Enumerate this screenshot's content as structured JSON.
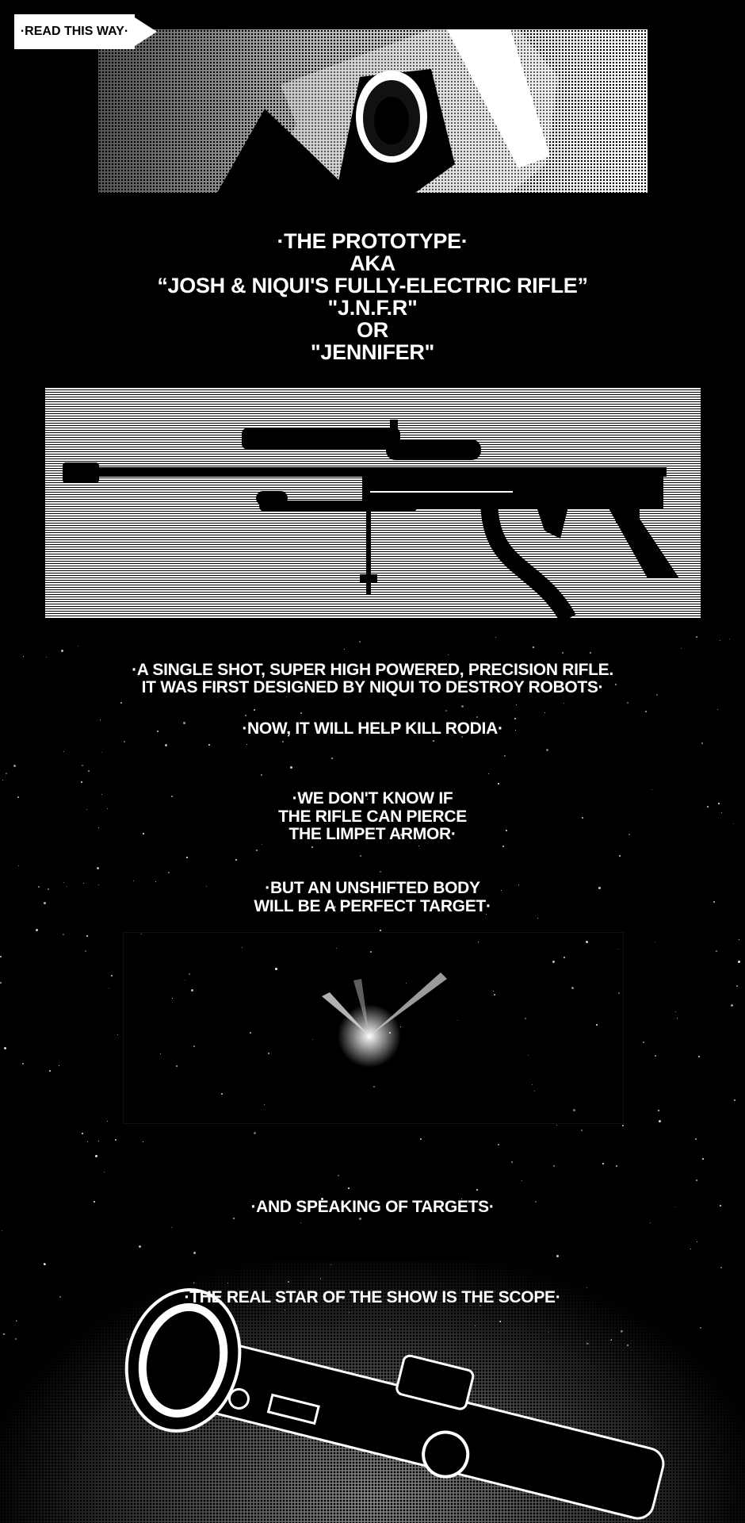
{
  "read_indicator": {
    "label": "·READ THIS WAY·",
    "icon": "arrow-right-icon"
  },
  "title_block": {
    "lines": [
      "·THE PROTOTYPE·",
      "AKA",
      "“JOSH & NIQUI'S FULLY-ELECTRIC RIFLE”",
      "\"J.N.F.R\"",
      "OR",
      "\"JENNIFER\""
    ]
  },
  "captions": {
    "description": [
      "·A SINGLE SHOT, SUPER HIGH POWERED, PRECISION RIFLE.",
      "IT WAS FIRST DESIGNED BY NIQUI TO DESTROY ROBOTS·"
    ],
    "now": "·NOW, IT WILL HELP KILL RODIA·",
    "unknown": [
      "·WE DON'T KNOW IF",
      "THE RIFLE CAN PIERCE",
      "THE LIMPET ARMOR·"
    ],
    "target": [
      "·BUT AN UNSHIFTED BODY",
      "WILL BE A PERFECT TARGET·"
    ],
    "speaking": "·AND SPEAKING OF TARGETS·",
    "scope": "·THE REAL STAR OF THE SHOW IS THE SCOPE·"
  }
}
